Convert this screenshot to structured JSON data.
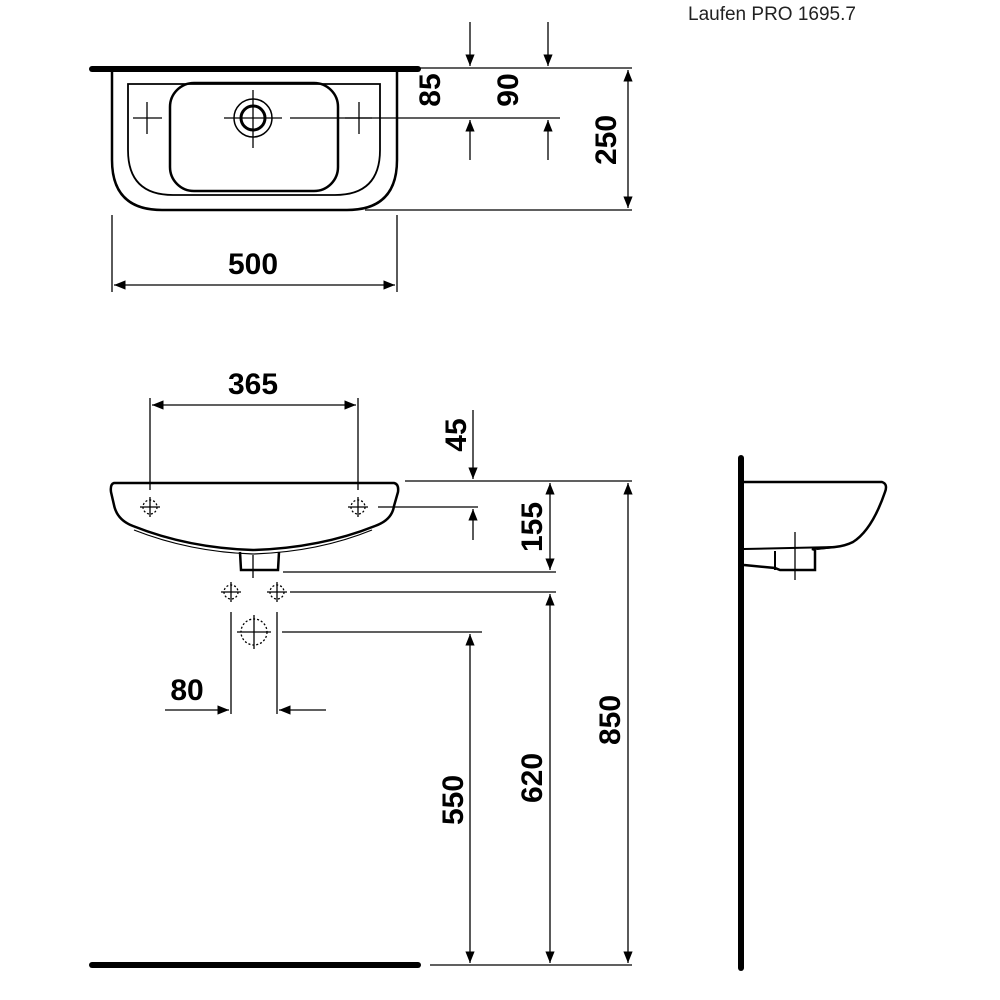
{
  "title": "Laufen PRO 1695.7",
  "dimensions": {
    "width_top": "500",
    "depth_total": "250",
    "tap_hole_offset": "85",
    "overflow_offset": "90",
    "fixing_spacing": "365",
    "rim_to_fixing": "45",
    "basin_height": "155",
    "supply_spacing": "80",
    "waste_height": "550",
    "supply_height": "620",
    "rim_height": "850"
  },
  "colors": {
    "line": "#000000",
    "background": "#ffffff"
  }
}
